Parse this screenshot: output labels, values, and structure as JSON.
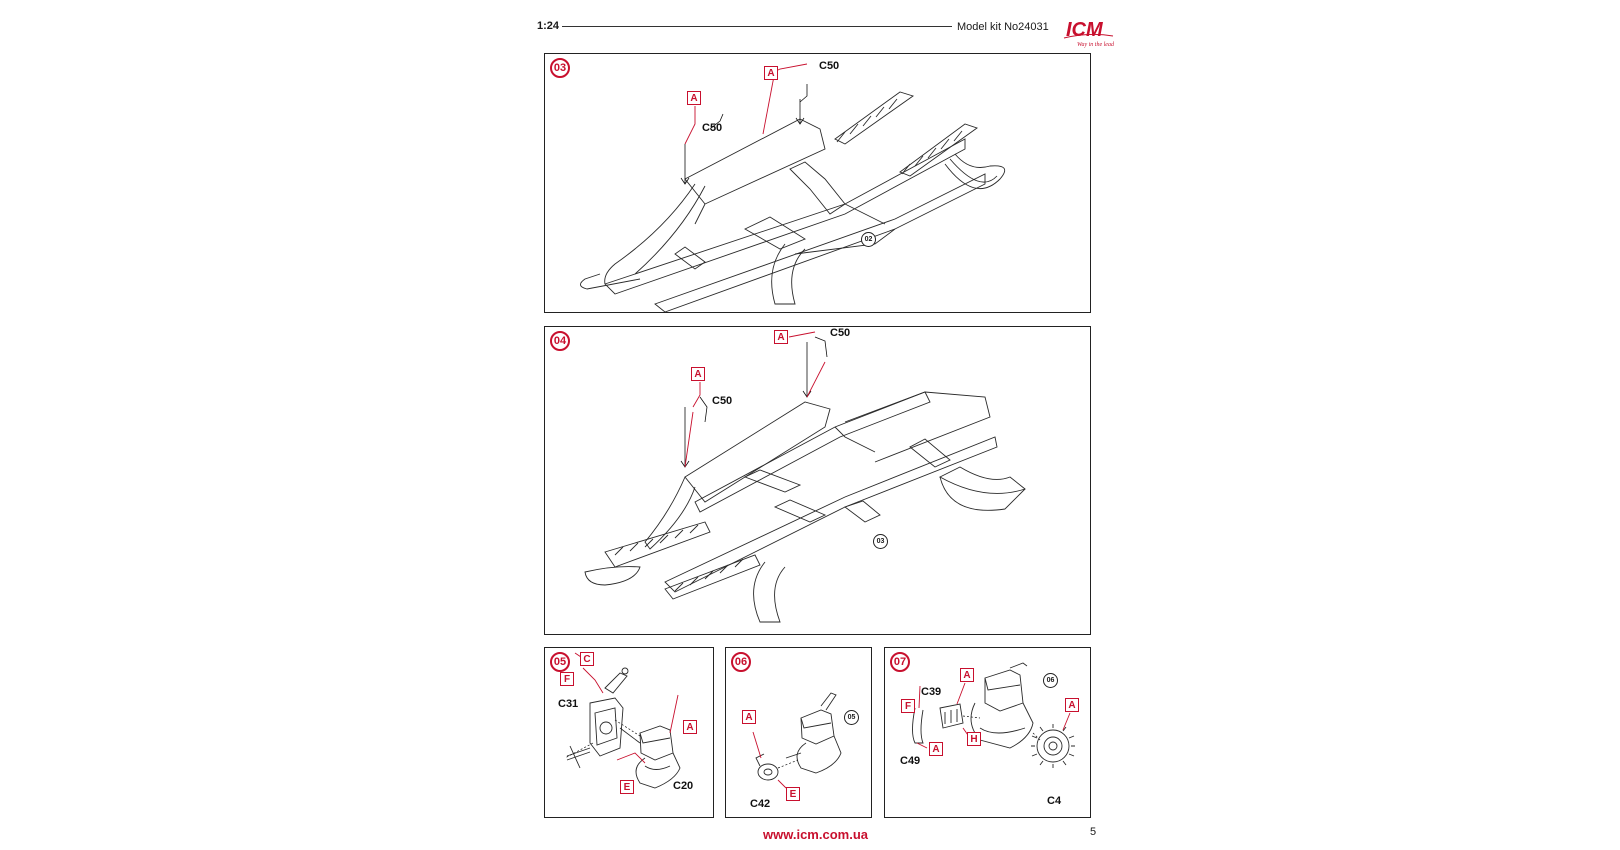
{
  "header": {
    "scale": "1:24",
    "model": "Model kit No24031"
  },
  "logo": {
    "text": "ICM",
    "tagline": "Way in the lead",
    "color": "#c8102e"
  },
  "steps": [
    {
      "id": "03",
      "labels": [
        "C50",
        "C50"
      ],
      "tags": [
        "A",
        "A"
      ],
      "reference": "02"
    },
    {
      "id": "04",
      "labels": [
        "C50",
        "C50"
      ],
      "tags": [
        "A",
        "A"
      ],
      "reference": "03"
    },
    {
      "id": "05",
      "labels": [
        "C31",
        "C20"
      ],
      "tags": [
        "C",
        "F",
        "A",
        "E"
      ]
    },
    {
      "id": "06",
      "labels": [
        "C42"
      ],
      "tags": [
        "A",
        "E"
      ],
      "reference": "05"
    },
    {
      "id": "07",
      "labels": [
        "C39",
        "C49",
        "C4"
      ],
      "tags": [
        "A",
        "F",
        "A",
        "H",
        "A"
      ],
      "reference": "06"
    }
  ],
  "footer": {
    "url": "www.icm.com.ua",
    "page": "5"
  },
  "colors": {
    "accent": "#c8102e",
    "line": "#222222"
  }
}
